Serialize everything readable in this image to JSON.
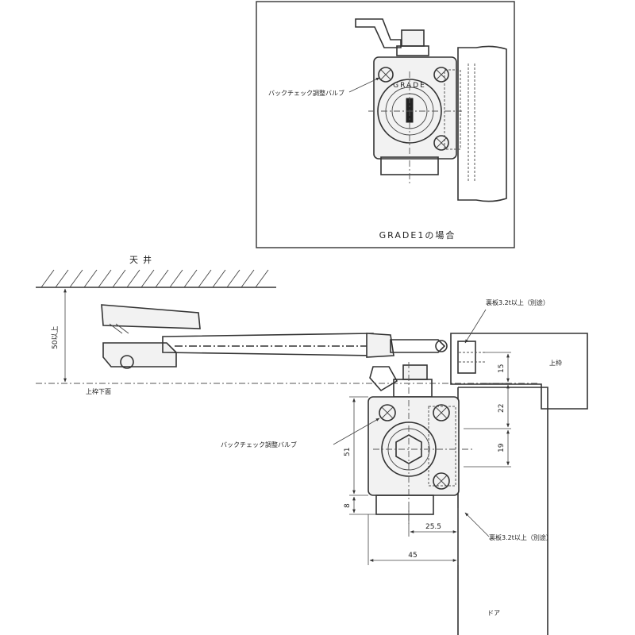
{
  "inset": {
    "valve_label": "バックチェック調整バルブ",
    "grade_caption": "GRADE1の場合",
    "dial_text": "GRADE"
  },
  "main": {
    "ceiling_label": "天井",
    "clearance_dim": "50以上",
    "top_frame_label": "上枠下面",
    "valve_label": "バックチェック調整バルブ",
    "backplate_top_label": "裏板3.2t以上（別途）",
    "backplate_bottom_label": "裏板3.2t以上（別途）",
    "frame_label": "上枠",
    "door_label": "ドア",
    "dims": {
      "d15": "15",
      "d22": "22",
      "d19": "19",
      "d51": "51",
      "d8": "8",
      "d25_5": "25.5",
      "d45": "45"
    }
  }
}
